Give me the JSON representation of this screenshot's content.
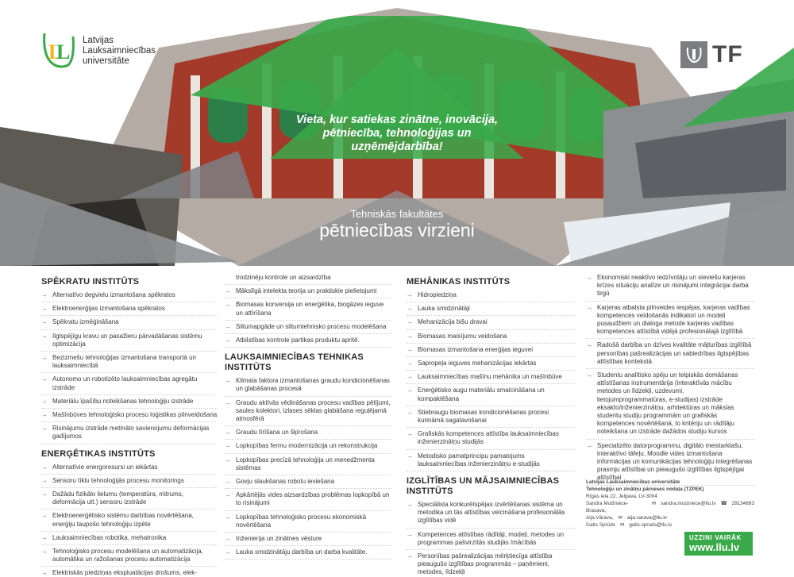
{
  "header": {
    "logo_line1": "Latvijas",
    "logo_line2": "Lauksaimniecības",
    "logo_line3": "universitāte",
    "faculty_badge": "TF",
    "slogan": "Vieta, kur satiekas zinātne, inovācija, pētniecība, tehnoloģijas un uzņēmējdarbība!",
    "subtitle_small": "Tehniskās fakultātes",
    "subtitle_big": "pētniecības virzieni"
  },
  "col1": {
    "s1_title": "SPĒKRATU INSTITŪTS",
    "s1_items": [
      "Alternatīvo degvielu izmantošana spēkratos",
      "Elektroenerģijas izmantošana spēkratos",
      "Spēkratu izmēģināšana",
      "Ilgtspējīgu kravu un pasažieru pārvadāšanas sistēmu optimizācija",
      "Bezizmešu tehnoloģijas izmantošana transportā un lauksaimniecībā",
      "Autonomo un robotizēto lauksaimniecības agregātu izstrāde",
      "Materiālu īpašību noteikšanas tehnoloģiju izstrāde",
      "Mašīnbūves tehnoloģisko procesu loģistikas pilnveidošana",
      "Risinājumu izstrāde metināto savienojumu deformācijas gadījumos"
    ],
    "s2_title": "ENERĢĒTIKAS INSTITŪTS",
    "s2_items": [
      "Alternatīvie energoresursi un iekārtas",
      "Sensoru tīklu tehnoloģijās procesu monitorings",
      "Dažādu fizikālo lielumu (temperatūra, mitrums, deformācija utt.) sensoru izstrāde",
      "Elektroenerģētisko sistēmu darbības novērtēšana, enerģiju taupošo tehnoloģiju izpēte",
      "Lauksaimniecības robotika, mehatronika",
      "Tehnoloģisko procesu modelēšana un automatizācija, automātika un ražošanas procesu automatizācija",
      "Elektriskās piedziņas ekspluatācijas drošums, elek-"
    ]
  },
  "col2": {
    "cont_text": "trodzinēju kontrole un aizsardzība",
    "s0_items": [
      "Mākslīgā intelekta teorija un praktiskie pielietojumi",
      "Biomasas konversija un enerģētika, biogāzes ieguve un attīrīšana",
      "Siltumapgāde un siltumtehnisko procesu modelēšana",
      "Atbilstības kontrole partikas produktu apritē."
    ],
    "s1_title": "LAUKSAIMNIECĪBAS TEHNIKAS INSTITŪTS",
    "s1_items": [
      "Klimata faktora izmantošanas graudu kondicionēšanas un glabāšanas procesā",
      "Graudu aktīvās vēdināšanas procesu vadības pētījumi, saules kolektori, izlases sēklas glabāšana reguļējamā atmosfērā",
      "Graudu tīrīšana un šķirošana",
      "Lopkopības fermu modernizācija un rekonstrukcija",
      "Lopkopības precīzā tehnoloģija un menedžmenta sistēmas",
      "Govju slaukšanas robotu ieviešana",
      "Apkārtējās vides aizsardzības problēmas lopkopībā un to risinājumi",
      "Lopkopības tehnoloģisko procesu ekonomiskā novērtēšana",
      "Inženierija un zinātnes vēsture",
      "Lauka smidzinātāju darbība un darba kvalitāte."
    ]
  },
  "col3": {
    "s1_title": "MEHĀNIKAS INSTITŪTS",
    "s1_items": [
      "Hidropiedziņa",
      "Lauka smidzinātāji",
      "Mehanizācija bišu dravai",
      "Biomasas maisījumu veidošana",
      "Biomasas izmantošana enerģijas ieguvei",
      "Sapropeļa ieguves mehanizācijas iekārtas",
      "Lauksaimniecības mašīnu mehānika un mašīnbūve",
      "Enerģētisko augu materiālu smalcināšana un kompaktēšana",
      "Stiebraugu biomasas kondicionēšanas procesi kurināmā sagatavošanai",
      "Grafiskās kompetences attīstība lauksaimniecības inženierzinātņu studijās",
      "Metodisko pamatprincipu pamatojums lauksaimniecības inženierzinātņu e-studijās"
    ],
    "s2_title": "IZGLĪTĪBAS UN MĀJSAIMNIECĪBAS INSTITŪTS",
    "s2_items": [
      "Speciālista konkurētspējas izvērtēšanas sistēma un metodika un tās attīstības veicināšana profesionālās izglītības vidē",
      "Kompetences attīstības rādītāji, modeļi, metodes un programmas pašvirzītās studijās /mācībās",
      "Personības pašrealizācijas mērķtiecīga attīstība pieaugušo izglītības programmās – paņēmieni, metodes, līdzekļi"
    ]
  },
  "col4": {
    "s1_items": [
      "Ekonomiski neaktīvo iedzīvotāju un sieviešu karjeras krīzes situāciju analīze un risinājumi integrācijai darba tirgū",
      "Karjeras atbalsta pilnveides iespējas, karjeras vadības kompetences veidošanās indikatori un modeļi pusaudžiem un dialoga metode karjeras vadības kompetences attīstībā vidējā profesionālajā izglītībā",
      "Radošā darbība un dzīves kvalitāte mājturības izglītībā personības pašrealizācijas un sabiedrības ilgtspējības attīstības kontekstā",
      "Studentu analītisko spēju un telpiskās domāšanas attīstīšanas instrumentārija (interaktīvās mācību metodes un līdzekļi, uzdevumi, lietojumprogrammatūras, e-studijas) izstrāde eksakto/inženierzinātņu, arhitektūras un mākslas studentu studiju programmām un grafiskās kompetences novērtēšanā, to kritēriju un rādītāju noteikšana un izstrāde dažādos studiju kursos",
      "Specializēto datorprogrammu, digitālo meistarklašu, interaktīvo tāfeļu, Moodle vides izmantošana informācijas un komunikācijas tehnoloģiju integrēšanas prasmju attīstībai un pieaugušo izglītības ilgtspējīgai attīstībai"
    ]
  },
  "contact": {
    "org1": "Latvijas Lauksaimniecības universitāte",
    "org2": "Tehnoloģiju un zinātņu pārneses nodaļa (TZPEK)",
    "address": "Rīgas iela 22, Jelgava, LV-3004",
    "p1_name": "Sandra Muižniece-Brasava,",
    "p1_email": "sandra.muizniece@llu.lv",
    "p1_phone": "29134693",
    "p2_name": "Aija Vārava,",
    "p2_email": "aija.varava@llu.lv",
    "p3_name": "Gatis Sprūds",
    "p3_email": "gatis.spruds@llu.lv"
  },
  "more": {
    "label": "UZZINI VAIRĀK",
    "url": "www.llu.lv"
  },
  "colors": {
    "green": "#39a94a",
    "dark_green": "#2f7d3a",
    "grey": "#7b7d80",
    "building": "#a33a2a"
  }
}
